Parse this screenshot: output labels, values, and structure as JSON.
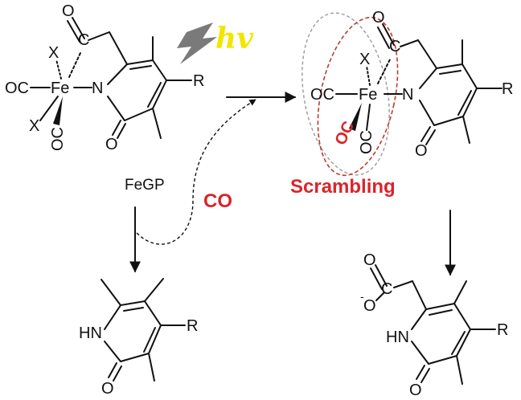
{
  "labels": {
    "fe": "Fe",
    "n": "N",
    "o": "O",
    "c": "C",
    "x": "X",
    "r": "R",
    "oc": "OC",
    "hn": "HN",
    "minus": "-",
    "fegp": "FeGP",
    "co_gas": "CO",
    "hv": "hv",
    "scrambling": "Scrambling"
  },
  "colors": {
    "ink": "#111111",
    "red": "#d9252a",
    "lightning": "#7a7a7a",
    "hv": "#f2e600",
    "scramble_ellipse_dark": "#c0392b",
    "scramble_ellipse_light": "#9a9a9a"
  }
}
